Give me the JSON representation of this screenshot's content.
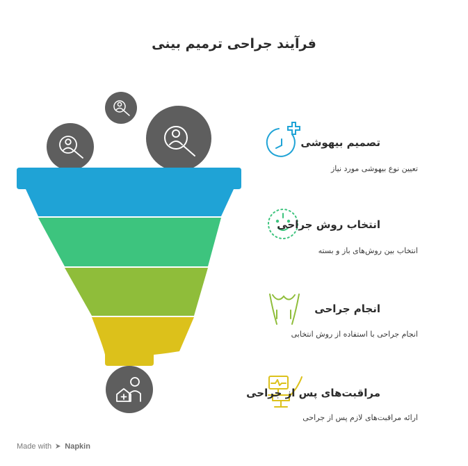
{
  "title": "فرآیند جراحی ترمیم بینی",
  "colors": {
    "blue": "#1fa3d6",
    "green": "#3dc47e",
    "lime": "#8fbd3a",
    "yellow": "#dcc11b",
    "circle": "#5e5e5e"
  },
  "steps": [
    {
      "title": "تصمیم بیهوشی",
      "description": "تعیین نوع بیهوشی مورد نیاز",
      "icon": "clock-plus-icon"
    },
    {
      "title": "انتخاب روش جراحی",
      "description": "انتخاب بین روش‌های باز و بسته",
      "icon": "face-dots-icon"
    },
    {
      "title": "انجام جراحی",
      "description": "انجام جراحی با استفاده از روش انتخابی",
      "icon": "body-outline-icon"
    },
    {
      "title": "مراقبت‌های پس از جراحی",
      "description": "ارائه مراقبت‌های لازم پس از جراحی",
      "icon": "monitor-chair-icon"
    }
  ],
  "footer": {
    "made_with": "Made with",
    "brand": "Napkin"
  }
}
